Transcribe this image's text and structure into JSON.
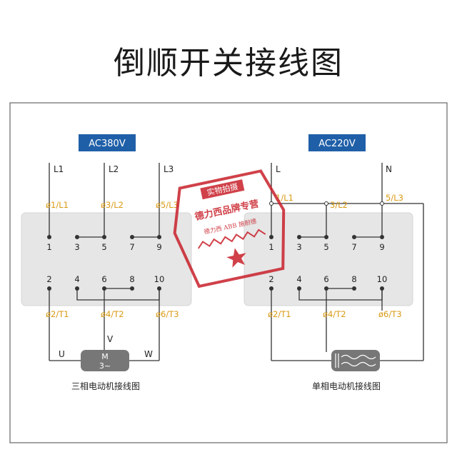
{
  "title": "倒顺开关接线图",
  "left": {
    "voltage": "AC380V",
    "lines": [
      "L1",
      "L2",
      "L3"
    ],
    "labels_top": [
      "1/L1",
      "3/L2",
      "5/L3"
    ],
    "terminals_top": [
      "1",
      "3",
      "5",
      "7",
      "9"
    ],
    "terminals_bottom": [
      "2",
      "4",
      "6",
      "8",
      "10"
    ],
    "labels_bottom": [
      "2/T1",
      "4/T2",
      "6/T3"
    ],
    "motor_phases": [
      "U",
      "V",
      "W"
    ],
    "motor_text": [
      "M",
      "3~"
    ],
    "caption": "三相电动机接线图"
  },
  "right": {
    "voltage": "AC220V",
    "lines": [
      "L",
      "N"
    ],
    "labels_top": [
      "1/L1",
      "3/L2",
      "5/L3"
    ],
    "terminals_top": [
      "1",
      "3",
      "5",
      "7",
      "9"
    ],
    "terminals_bottom": [
      "2",
      "4",
      "6",
      "8",
      "10"
    ],
    "labels_bottom": [
      "2/T1",
      "4/T2",
      "6/T3"
    ],
    "caption": "单相电动机接线图"
  },
  "stamp": {
    "line1": "实物拍摄",
    "line2": "德力西品牌专营",
    "line3": "德力西 ABB 施耐德"
  },
  "colors": {
    "wire": "#333333",
    "voltage_box": "#1f5fa8",
    "label": "#d99a14",
    "panel": "#e6e6e6",
    "stamp": "#c8202a"
  }
}
